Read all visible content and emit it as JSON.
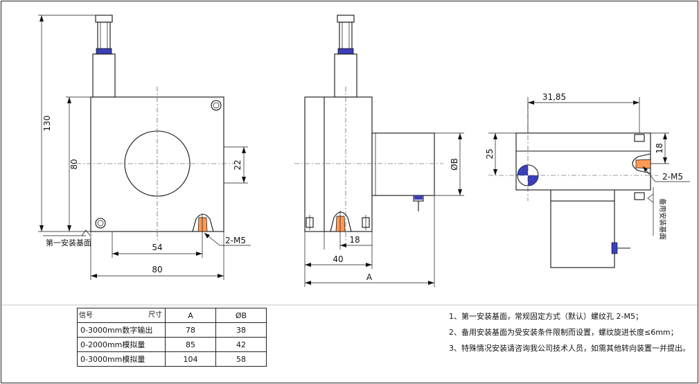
{
  "dimensions": {
    "height_130": "130",
    "height_80": "80",
    "hole_22": "22",
    "span_54": "54",
    "width_80": "80",
    "side_40": "40",
    "side_18": "18",
    "side_A": "A",
    "side_dia_B": "ØB",
    "right_31_85": "31,85",
    "right_25": "25",
    "right_18": "18",
    "thread_front": "2-M5",
    "thread_right": "2-M5"
  },
  "labels": {
    "base_front": "第一安装基面",
    "base_spare": "备用安装基面"
  },
  "spec_table": {
    "header_signal": "信号",
    "header_size": "尺寸",
    "header_A": "A",
    "header_B": "ØB",
    "rows": [
      {
        "signal": "0-3000mm数字输出",
        "A": "78",
        "B": "38"
      },
      {
        "signal": "0-2000mm模拟量",
        "A": "85",
        "B": "42"
      },
      {
        "signal": "0-3000mm模拟量",
        "A": "104",
        "B": "58"
      }
    ]
  },
  "notes": [
    "1、第一安装基面，常规固定方式（默认）螺纹孔 2-M5；",
    "2、备用安装基面为受安装条件限制而设置，螺纹旋进长度≤6mm；",
    "3、特殊情况安装请咨询我公司技术人员，如需其他转向装置一并提出。"
  ]
}
